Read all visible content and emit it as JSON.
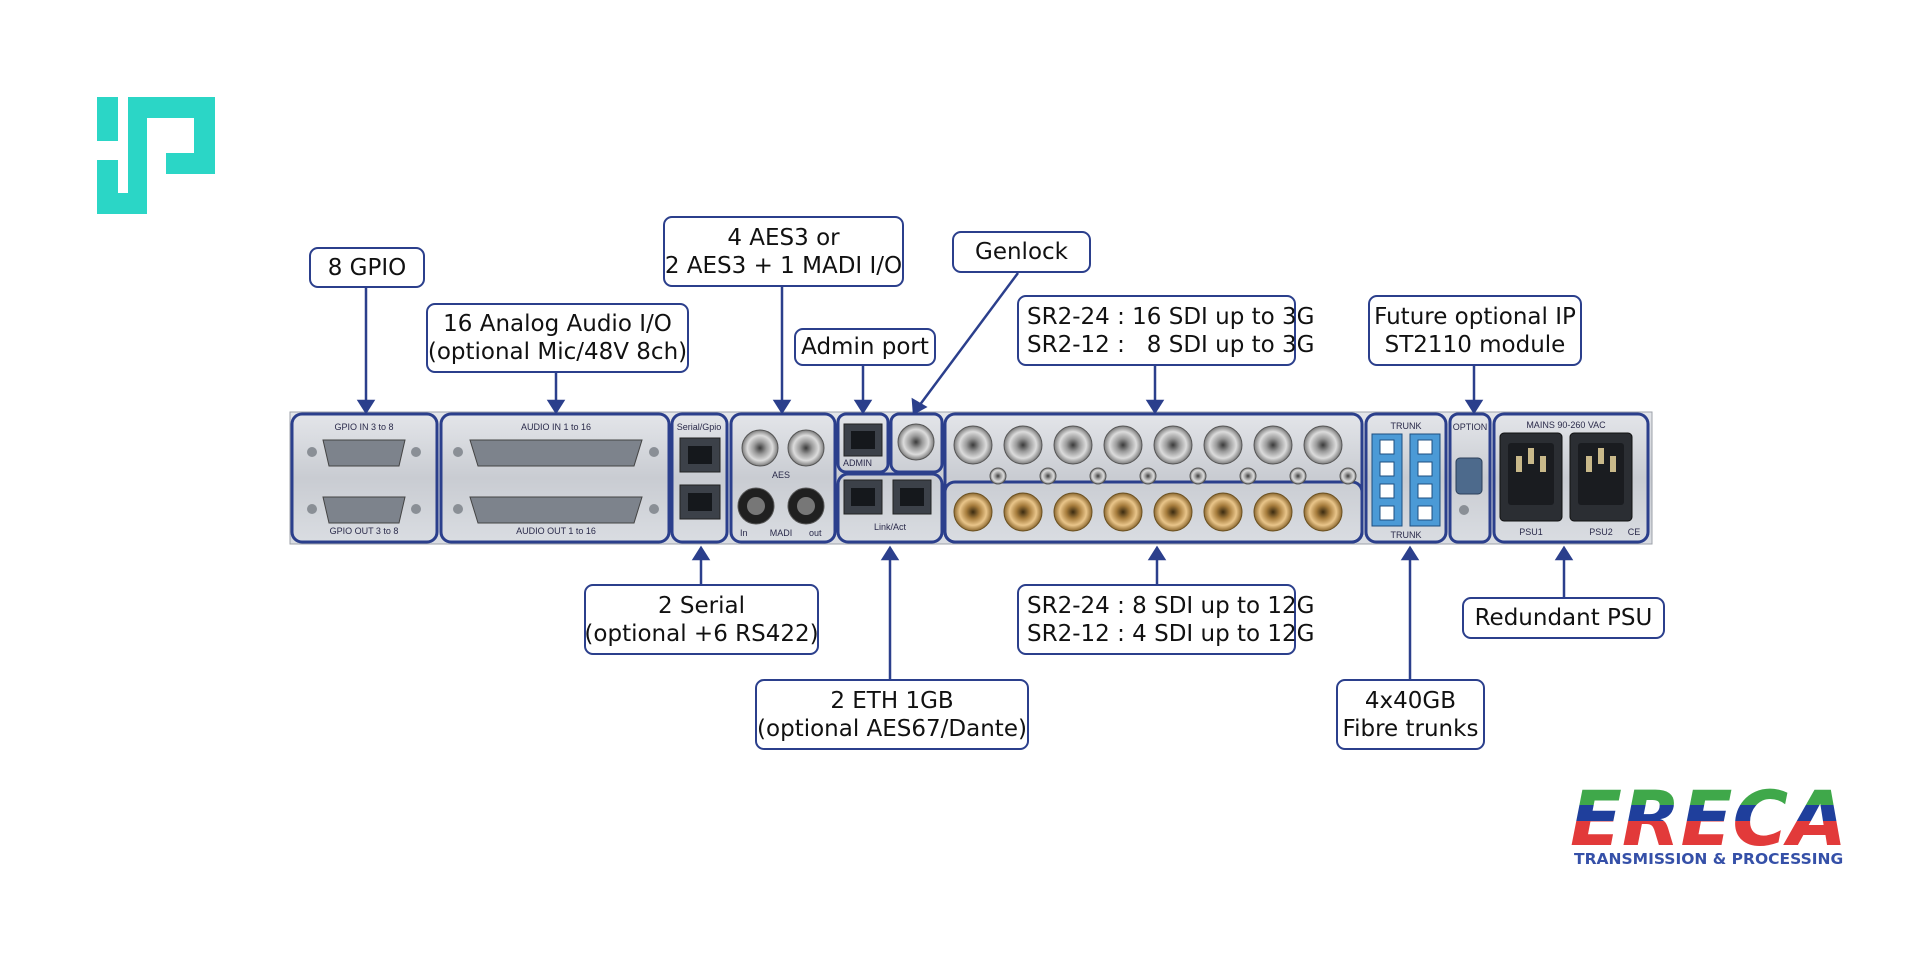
{
  "callouts": {
    "gpio": "8 GPIO",
    "analog": "16 Analog Audio I/O\n(optional Mic/48V 8ch)",
    "aes": "4 AES3 or\n2 AES3 + 1 MADI I/O",
    "admin": "Admin port",
    "genlock": "Genlock",
    "sdi3g": "SR2-24 : 16 SDI up to 3G\nSR2-12 :   8 SDI up to 3G",
    "ip": "Future optional IP\nST2110 module",
    "serial": "2 Serial\n(optional +6 RS422)",
    "sdi12g": "SR2-24 : 8 SDI up to 12G\nSR2-12 : 4 SDI up to 12G",
    "eth": "2 ETH 1GB\n(optional AES67/Dante)",
    "fibre": "4x40GB\nFibre trunks",
    "psu": "Redundant PSU"
  },
  "panel_labels": {
    "gpio_in": "GPIO IN 3 to 8",
    "gpio_out": "GPIO OUT 3 to 8",
    "audio_in": "AUDIO IN 1 to 16",
    "audio_out": "AUDIO OUT 1 to 16",
    "serial": "Serial/Gpio",
    "aes": "AES",
    "madi": "MADI",
    "madi_in": "In",
    "madi_out": "out",
    "admin": "ADMIN",
    "link": "Link/Act",
    "trunk": "TRUNK",
    "option": "OPTION",
    "mains": "MAINS 90-260 VAC",
    "psu1": "PSU1",
    "psu2": "PSU2",
    "ce": "CE"
  },
  "brand": {
    "logo_name": "EReCA",
    "logo_tagline": "TRANSMISSION & PROCESSING",
    "colors": {
      "teal": "#2bd6c6",
      "outline_blue": "#2b3f8c",
      "logo_green": "#3fa84a",
      "logo_blue": "#1f3f9c",
      "logo_red": "#e23a3a",
      "tagline_blue": "#3550a8"
    }
  },
  "icons": {
    "corner_logo": "teal-bracket-logo-icon"
  }
}
